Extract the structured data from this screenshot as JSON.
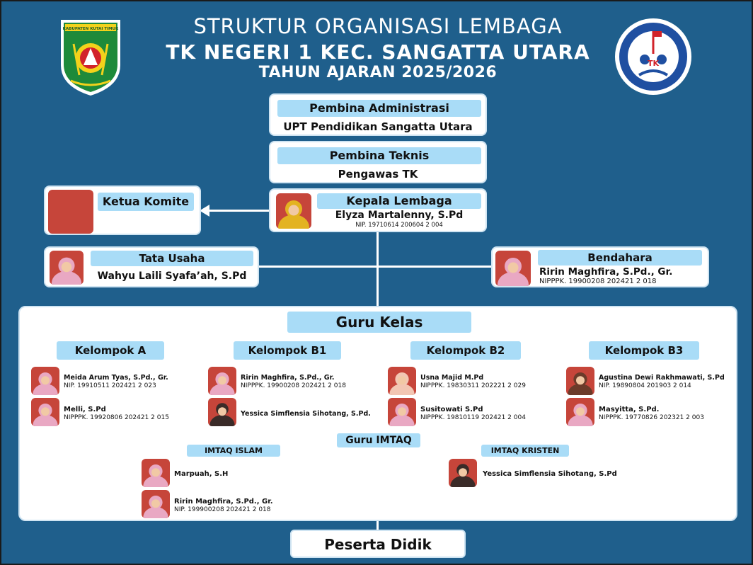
{
  "header": {
    "title_line1": "STRUKTUR ORGANISASI LEMBAGA",
    "title_line2": "TK NEGERI 1 KEC. SANGATTA UTARA",
    "title_line3": "TAHUN AJARAN 2025/2026",
    "left_logo_text": "KABUPATEN KUTAI TIMUR",
    "right_logo_text": "TK"
  },
  "colors": {
    "background": "#1f5f8c",
    "pill": "#a9dcf7",
    "photo_bg": "#c6453a",
    "box": "#ffffff"
  },
  "pembina_administrasi": {
    "label": "Pembina Administrasi",
    "value": "UPT Pendidikan Sangatta Utara"
  },
  "pembina_teknis": {
    "label": "Pembina Teknis",
    "value": "Pengawas TK"
  },
  "kepala_lembaga": {
    "label": "Kepala Lembaga",
    "name": "Elyza Martalenny, S.Pd",
    "nip": "NIP. 19710614 200604 2 004"
  },
  "ketua_komite": {
    "label": "Ketua Komite"
  },
  "tata_usaha": {
    "label": "Tata Usaha",
    "name": "Wahyu Laili Syafa’ah, S.Pd"
  },
  "bendahara": {
    "label": "Bendahara",
    "name": "Ririn Maghfira, S.Pd., Gr.",
    "nip": "NIPPPK. 19900208 202421 2 018"
  },
  "guru_kelas": {
    "label": "Guru Kelas",
    "groups": [
      {
        "label": "Kelompok A",
        "members": [
          {
            "name": "Meida Arum Tyas, S.Pd., Gr.",
            "nip": "NIP. 19910511 202421 2 023"
          },
          {
            "name": "Melli, S.Pd",
            "nip": "NIPPPK. 19920806 202421 2 015"
          }
        ]
      },
      {
        "label": "Kelompok B1",
        "members": [
          {
            "name": "Ririn Maghfira, S.Pd., Gr.",
            "nip": "NIPPPK. 19900208 202421 2 018"
          },
          {
            "name": "Yessica Simflensia Sihotang, S.Pd.",
            "nip": ""
          }
        ]
      },
      {
        "label": "Kelompok B2",
        "members": [
          {
            "name": "Usna Majid M.Pd",
            "nip": "NIPPPK. 19830311 202221 2 029"
          },
          {
            "name": "Susitowati S.Pd",
            "nip": "NIPPPK. 19810119 202421 2 004"
          }
        ]
      },
      {
        "label": "Kelompok B3",
        "members": [
          {
            "name": "Agustina Dewi Rakhmawati, S.Pd",
            "nip": "NIP. 19890804 201903 2 014"
          },
          {
            "name": "Masyitta, S.Pd.",
            "nip": "NIPPPK. 19770826 202321 2 003"
          }
        ]
      }
    ]
  },
  "guru_imtaq": {
    "label": "Guru IMTAQ",
    "islam": {
      "label": "IMTAQ ISLAM",
      "members": [
        {
          "name": "Marpuah, S.H",
          "nip": ""
        },
        {
          "name": "Ririn Maghfira, S.Pd., Gr.",
          "nip": "NIP. 199900208 202421 2 018"
        }
      ]
    },
    "kristen": {
      "label": "IMTAQ KRISTEN",
      "members": [
        {
          "name": "Yessica Simflensia Sihotang, S.Pd",
          "nip": ""
        }
      ]
    }
  },
  "peserta_didik": {
    "label": "Peserta Didik"
  }
}
